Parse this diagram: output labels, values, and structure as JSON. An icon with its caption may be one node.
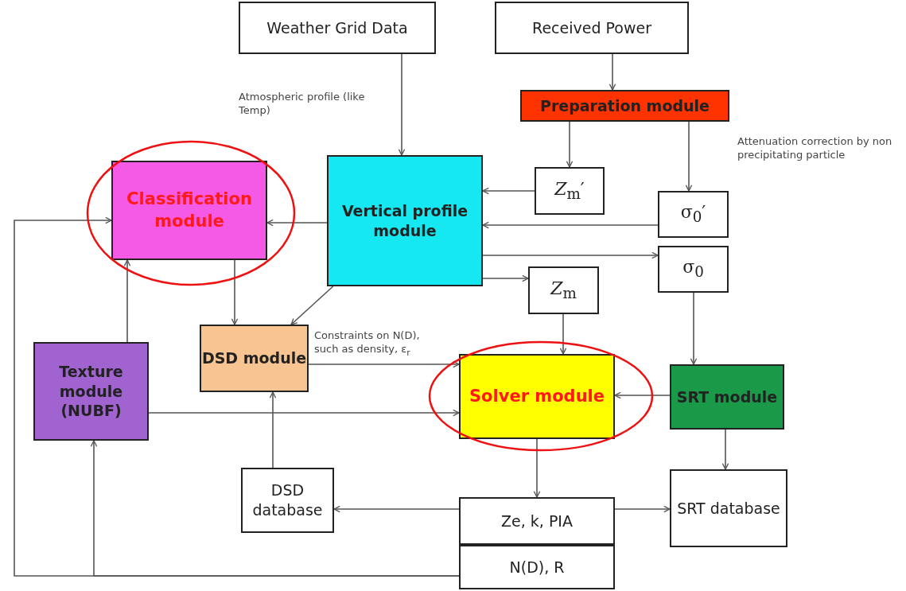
{
  "diagram": {
    "nodes": [
      {
        "text": [
          "Weather Grid Data"
        ]
      },
      {
        "text": [
          "Received Power"
        ]
      },
      {
        "text": [
          "Preparation module"
        ]
      },
      {
        "text": [
          "Vertical profile module"
        ]
      },
      {
        "text": [
          "Classification module"
        ]
      },
      {
        "text": [
          "*Z*$_{m}$′"
        ]
      },
      {
        "text": [
          "σ$_{0}$′"
        ]
      },
      {
        "text": [
          "σ$_{0}$"
        ]
      },
      {
        "text": [
          "*Z*$_{m}$"
        ]
      },
      {
        "text": [
          "DSD module"
        ]
      },
      {
        "text": [
          "Texture module (NUBF)"
        ]
      },
      {
        "text": [
          "Solver module"
        ]
      },
      {
        "text": [
          "SRT module"
        ]
      },
      {
        "text": [
          "DSD database"
        ]
      },
      {
        "text": [
          "Ze, k, PIA"
        ]
      },
      {
        "text": [
          "N(D), R"
        ]
      },
      {
        "text": [
          "SRT database"
        ]
      }
    ],
    "edges": [
      {
        "from": 0,
        "to": 3,
        "arrow": "to",
        "label": "Atmospheric profile (like Temp)"
      },
      {
        "from": 1,
        "to": 2,
        "arrow": "to"
      },
      {
        "from": 2,
        "to": 5,
        "arrow": "to"
      },
      {
        "from": 2,
        "to": 6,
        "arrow": "to",
        "label": "Attenuation correction by non precipitating particle"
      },
      {
        "from": 5,
        "to": 3,
        "arrow": "to"
      },
      {
        "from": 6,
        "to": 3,
        "arrow": "to"
      },
      {
        "from": 3,
        "to": 7,
        "arrow": "to"
      },
      {
        "from": 3,
        "to": 8,
        "arrow": "to"
      },
      {
        "from": 3,
        "to": 4,
        "arrow": "to"
      },
      {
        "from": 3,
        "to": 9,
        "arrow": "to"
      },
      {
        "from": 4,
        "to": 9,
        "arrow": "to"
      },
      {
        "from": 10,
        "to": 4,
        "arrow": "to"
      },
      {
        "from": 8,
        "to": 11,
        "arrow": "to"
      },
      {
        "from": 7,
        "to": 12,
        "arrow": "to"
      },
      {
        "from": 12,
        "to": 11,
        "arrow": "to"
      },
      {
        "from": 9,
        "to": 11,
        "arrow": "to",
        "label": "Constraints on N(D), such as density, ε$_{r}$"
      },
      {
        "from": 10,
        "to": 11,
        "arrow": "to"
      },
      {
        "from": 11,
        "to": 14,
        "arrow": "to"
      },
      {
        "from": 12,
        "to": 16,
        "arrow": "to"
      },
      {
        "from": 14,
        "to": 13,
        "arrow": "to"
      },
      {
        "from": 14,
        "to": 16,
        "arrow": "to"
      },
      {
        "from": 13,
        "to": 9,
        "arrow": "to"
      },
      {
        "from": 15,
        "to": 4,
        "arrow": "to"
      },
      {
        "from": 15,
        "to": 10,
        "arrow": "to"
      }
    ]
  }
}
